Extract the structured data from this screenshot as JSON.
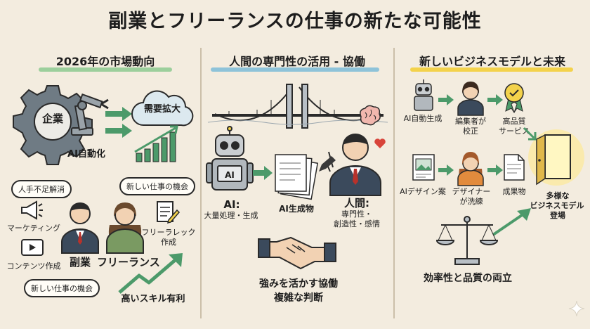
{
  "title": "副業とフリーランスの仕事の新たな可能性",
  "colors": {
    "background": "#f3ecdf",
    "accent_green": "#4c9a6a",
    "accent_yellow": "#f3d24b",
    "gear_gray": "#6f7b84",
    "tie_red": "#b8322b"
  },
  "panels": [
    {
      "heading": "2026年の市場動向",
      "company": "企業",
      "ai_automation": "AI自動化",
      "demand": "需要拡大",
      "bubble_labor": "人手不足解消",
      "bubble_new_work_top": "新しい仕事の機会",
      "bubble_new_work_bottom": "新しい仕事の機会",
      "marketing": "マーケティング",
      "content": "コンテンツ作成",
      "side_job": "副業",
      "freelance": "フリーランス",
      "freelance_letter_1": "フリーラレック",
      "freelance_letter_2": "作成",
      "high_skill": "高いスキル有利"
    },
    {
      "heading": "人間の専門性の活用 - 協働",
      "ai_label": "AI:",
      "ai_desc": "大量処理・生成",
      "ai_badge": "AI",
      "ai_output": "AI生成物",
      "human_label": "人間:",
      "human_desc_1": "専門性・",
      "human_desc_2": "創造性・感情",
      "collab_1": "強みを活かす協働",
      "collab_2": "複雑な判断"
    },
    {
      "heading": "新しいビジネスモデルと未来",
      "ai_auto_gen": "AI自動生成",
      "editor_1": "編集者が",
      "editor_2": "校正",
      "quality_1": "高品質",
      "quality_2": "サービス",
      "ai_design": "AIデザイン案",
      "designer_1": "デザイナー",
      "designer_2": "が洗練",
      "deliverable": "成果物",
      "diverse_1": "多様な",
      "diverse_2": "ビジネスモデル",
      "diverse_3": "登場",
      "balance": "効率性と品質の両立"
    }
  ]
}
